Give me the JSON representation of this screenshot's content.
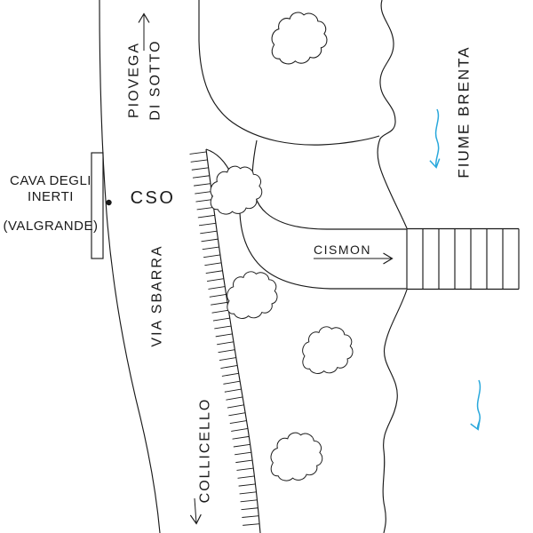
{
  "map": {
    "roads": {
      "north_road_label_line1": "PIOVEGA",
      "north_road_label_line2": "DI SOTTO",
      "mid_road_label": "VIA SBARRA",
      "south_road_label": "COLLICELLO",
      "east_road_label": "CISMON"
    },
    "river": {
      "label": "FIUME BRENTA"
    },
    "site": {
      "label_line1": "CAVA DEGLI",
      "label_line2": "INERTI",
      "label_line3": "(VALGRANDE)",
      "point_label": "CSO"
    },
    "colors": {
      "ink": "#1a1a1a",
      "water_flow": "#29a8dc"
    },
    "icons": {
      "tree": "cloud-tree-symbol",
      "bridge": "hatched-bridge-symbol",
      "flow_arrow": "river-flow-arrow",
      "direction_arrow": "road-direction-arrow",
      "embankment": "hatched-scarp-line",
      "point_marker": "filled-dot"
    }
  }
}
